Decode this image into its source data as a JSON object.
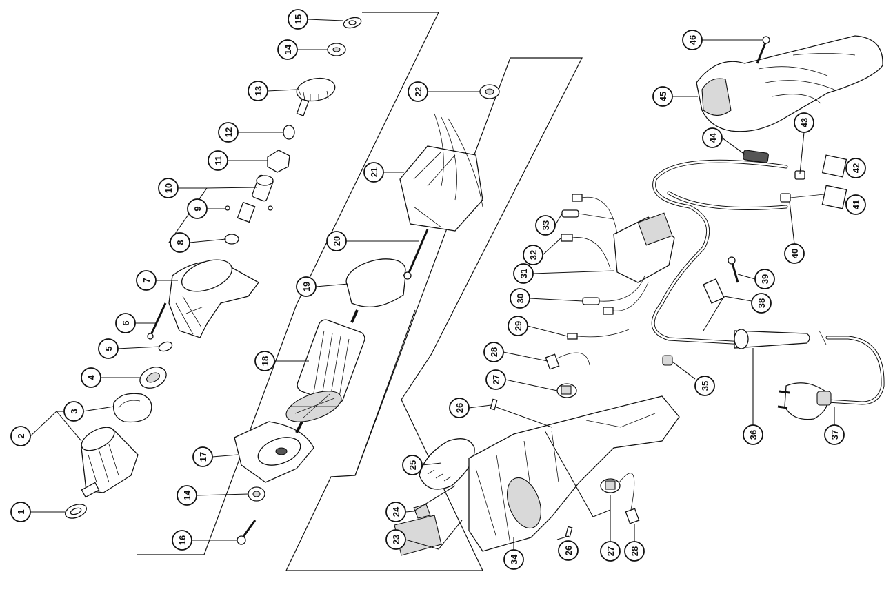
{
  "callouts": [
    {
      "id": "c1",
      "label": "1"
    },
    {
      "id": "c2",
      "label": "2"
    },
    {
      "id": "c3",
      "label": "3"
    },
    {
      "id": "c4",
      "label": "4"
    },
    {
      "id": "c5",
      "label": "5"
    },
    {
      "id": "c6",
      "label": "6"
    },
    {
      "id": "c7",
      "label": "7"
    },
    {
      "id": "c8",
      "label": "8"
    },
    {
      "id": "c9",
      "label": "9"
    },
    {
      "id": "c10",
      "label": "10"
    },
    {
      "id": "c11",
      "label": "11"
    },
    {
      "id": "c12",
      "label": "12"
    },
    {
      "id": "c13",
      "label": "13"
    },
    {
      "id": "c14a",
      "label": "14"
    },
    {
      "id": "c14b",
      "label": "14"
    },
    {
      "id": "c15",
      "label": "15"
    },
    {
      "id": "c16",
      "label": "16"
    },
    {
      "id": "c17",
      "label": "17"
    },
    {
      "id": "c18",
      "label": "18"
    },
    {
      "id": "c19",
      "label": "19"
    },
    {
      "id": "c20",
      "label": "20"
    },
    {
      "id": "c21",
      "label": "21"
    },
    {
      "id": "c22",
      "label": "22"
    },
    {
      "id": "c23",
      "label": "23"
    },
    {
      "id": "c24",
      "label": "24"
    },
    {
      "id": "c25",
      "label": "25"
    },
    {
      "id": "c26a",
      "label": "26"
    },
    {
      "id": "c26b",
      "label": "26"
    },
    {
      "id": "c27a",
      "label": "27"
    },
    {
      "id": "c27b",
      "label": "27"
    },
    {
      "id": "c28a",
      "label": "28"
    },
    {
      "id": "c28b",
      "label": "28"
    },
    {
      "id": "c29",
      "label": "29"
    },
    {
      "id": "c30",
      "label": "30"
    },
    {
      "id": "c31",
      "label": "31"
    },
    {
      "id": "c32",
      "label": "32"
    },
    {
      "id": "c33",
      "label": "33"
    },
    {
      "id": "c34",
      "label": "34"
    },
    {
      "id": "c35",
      "label": "35"
    },
    {
      "id": "c36",
      "label": "36"
    },
    {
      "id": "c37",
      "label": "37"
    },
    {
      "id": "c38",
      "label": "38"
    },
    {
      "id": "c39",
      "label": "39"
    },
    {
      "id": "c40",
      "label": "40"
    },
    {
      "id": "c41",
      "label": "41"
    },
    {
      "id": "c42",
      "label": "42"
    },
    {
      "id": "c43",
      "label": "43"
    },
    {
      "id": "c44",
      "label": "44"
    },
    {
      "id": "c45",
      "label": "45"
    },
    {
      "id": "c46",
      "label": "46"
    }
  ]
}
